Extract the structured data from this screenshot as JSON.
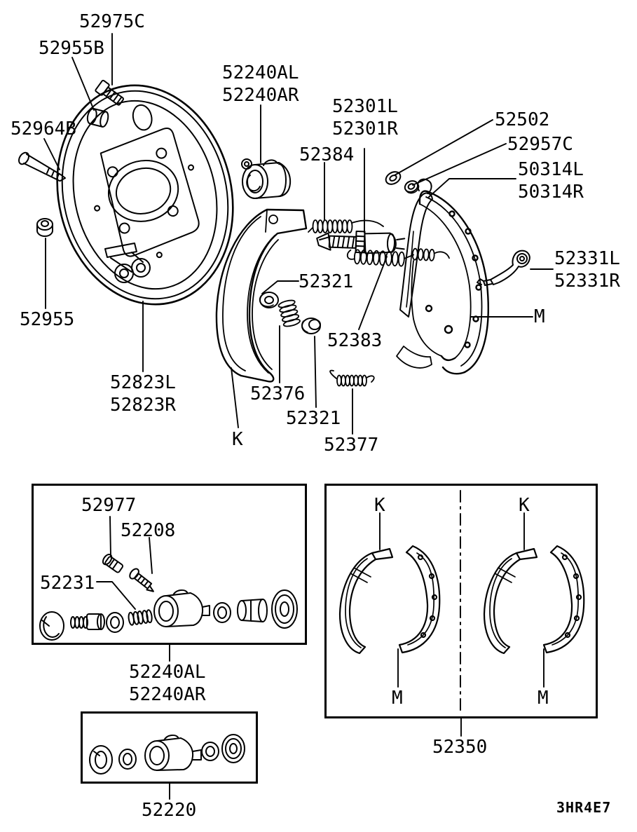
{
  "colors": {
    "ink": "#000000",
    "paper": "#ffffff"
  },
  "figure_code": "3HR4E7",
  "main_view": {
    "labels": {
      "bolt_top": "52975C",
      "cap_top": "52955B",
      "pin_left": "52964B",
      "wheel_cylinder_line1": "52240AL",
      "wheel_cylinder_line2": "52240AR",
      "adjuster_line1": "52301L",
      "adjuster_line2": "52301R",
      "spring_upper": "52384",
      "washer_right": "52502",
      "nut_right": "52957C",
      "lever_line1": "50314L",
      "lever_line2": "50314R",
      "latch_line1": "52331L",
      "latch_line2": "52331R",
      "shoe_m": "M",
      "holddown_washer": "52321",
      "spring_lower": "52383",
      "nut_left": "52955",
      "backing_plate_line1": "52823L",
      "backing_plate_line2": "52823R",
      "holddown_spring": "52376",
      "holddown_cup": "52321",
      "shoe_k": "K",
      "spring_anchor": "52377"
    }
  },
  "cylinder_kit_box": {
    "labels": {
      "bleeder_cap": "52977",
      "bleeder_screw": "52208",
      "spring": "52231"
    },
    "caption_line1": "52240AL",
    "caption_line2": "52240AR"
  },
  "cylinder_box": {
    "caption": "52220"
  },
  "shoe_kit_box": {
    "labels": {
      "k_left": "K",
      "k_right": "K",
      "m_left": "M",
      "m_right": "M"
    },
    "caption": "52350"
  }
}
